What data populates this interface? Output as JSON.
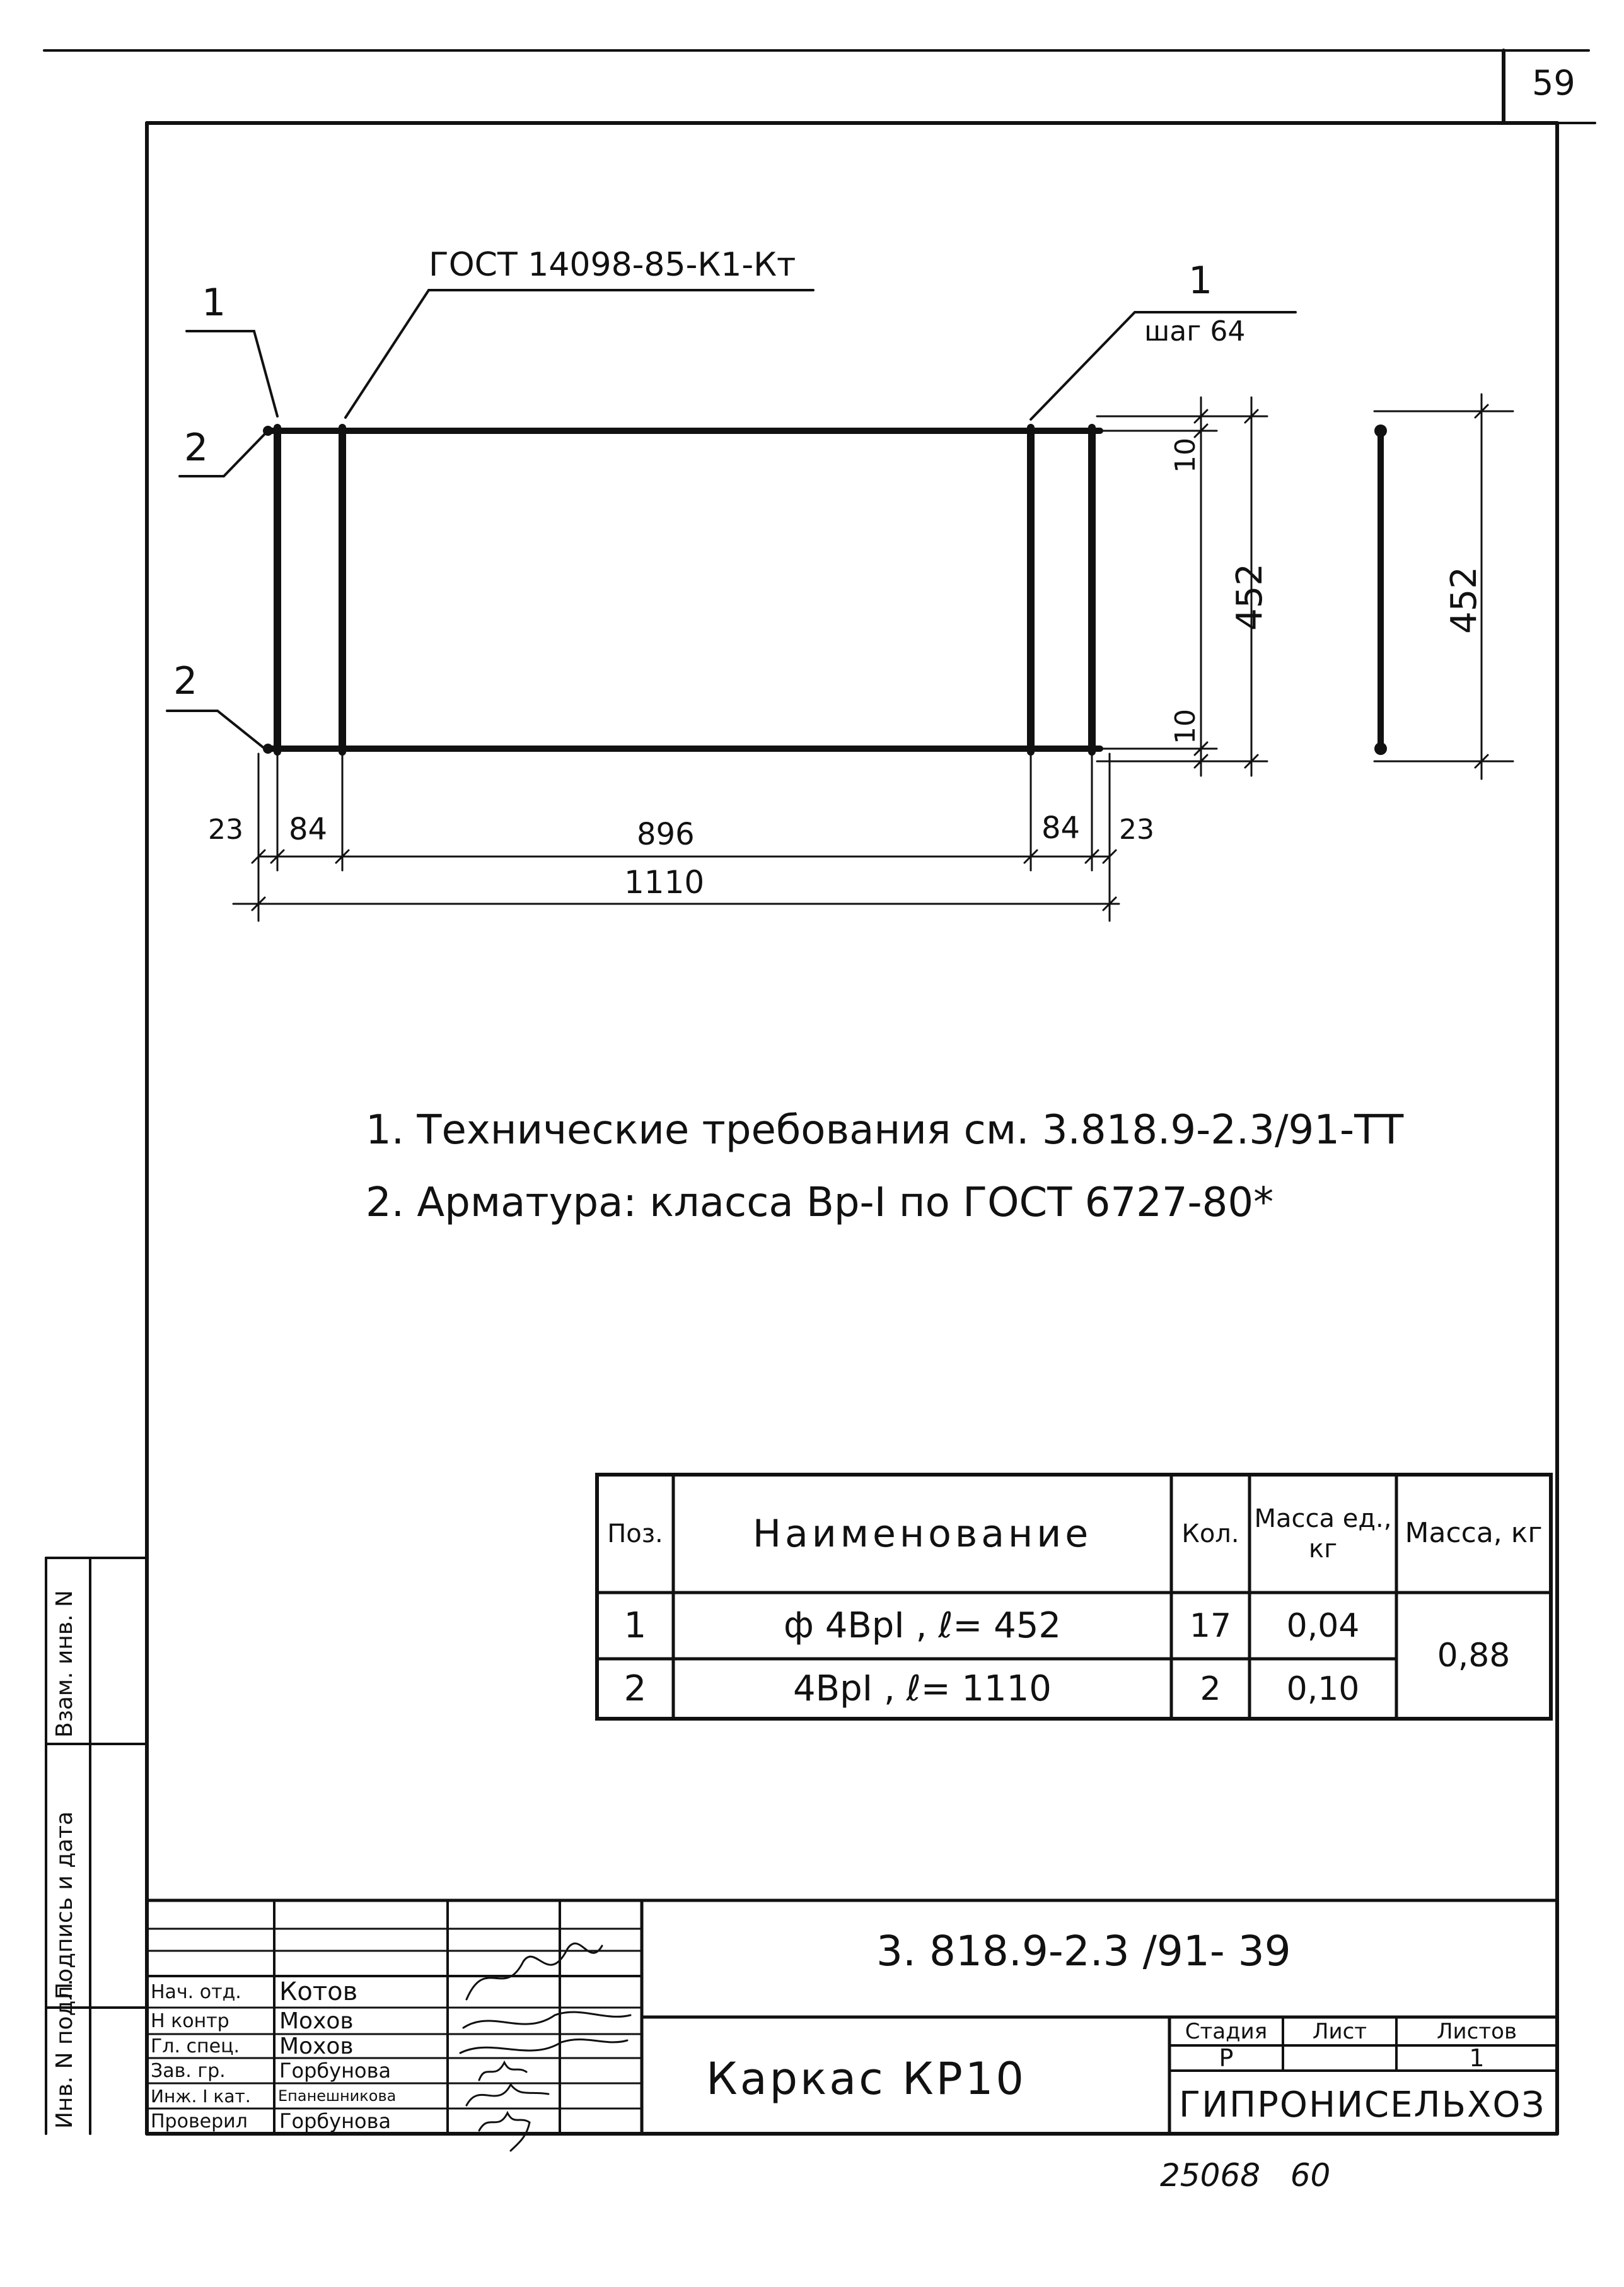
{
  "page_number": "59",
  "drawing": {
    "callouts": {
      "pos1_left": "1",
      "pos2_top": "2",
      "pos2_bottom": "2",
      "gost": "ГОСТ 14098-85-К1-Кт",
      "pos1_right": "1",
      "step": "шаг 64"
    },
    "dims": {
      "d23_left": "23",
      "d84_left": "84",
      "d896": "896",
      "d84_right": "84",
      "d23_right": "23",
      "d1110": "1110",
      "d10_top": "10",
      "d452_main": "452",
      "d10_bottom": "10",
      "d452_side": "452"
    }
  },
  "notes": [
    "1. Технические требования см. 3.818.9-2.3/91-ТТ",
    "2. Арматура: класса Вр-I по ГОСТ 6727-80*"
  ],
  "spec_table": {
    "headers": {
      "pos": "Поз.",
      "name": "Наименование",
      "qty": "Кол.",
      "mass_unit": "Масса ед., кг",
      "mass_total": "Масса, кг"
    },
    "rows": [
      {
        "pos": "1",
        "name": "ф 4ВрI , ℓ= 452",
        "qty": "17",
        "mass_unit": "0,04"
      },
      {
        "pos": "2",
        "name": "4ВрI , ℓ= 1110",
        "qty": "2",
        "mass_unit": "0,10"
      }
    ],
    "mass_total": "0,88"
  },
  "side_stamp": {
    "inv_podl": "Инв. N подл.",
    "podpis_data": "Подпись и дата",
    "vzam_inv": "Взам. инв. N"
  },
  "title_block": {
    "doc_code": "3. 818.9-2.3 /91- 39",
    "title": "Каркас КР10",
    "org": "ГИПРОНИСЕЛЬХОЗ",
    "stage_label": "Стадия",
    "sheet_label": "Лист",
    "sheets_label": "Листов",
    "stage_value": "Р",
    "sheets_value": "1",
    "staff": [
      {
        "role": "Нач. отд.",
        "name": "Котов"
      },
      {
        "role": "Н контр",
        "name": "Мохов"
      },
      {
        "role": "Гл. спец.",
        "name": "Мохов"
      },
      {
        "role": "Зав. гр.",
        "name": "Горбунова"
      },
      {
        "role": "Инж. I кат.",
        "name": "Епанешникова"
      },
      {
        "role": "Проверил",
        "name": "Горбунова"
      }
    ]
  },
  "archive_number": "25068   60"
}
